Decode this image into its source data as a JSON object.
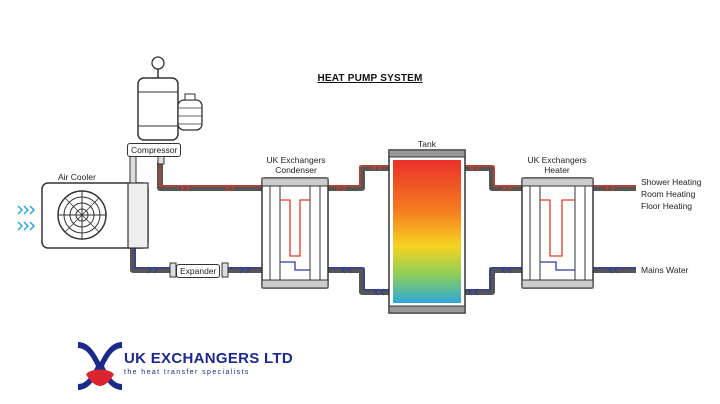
{
  "diagram": {
    "title": "HEAT PUMP SYSTEM",
    "components": {
      "air_cooler": "Air Cooler",
      "compressor": "Compressor",
      "expander": "Expander",
      "condenser": [
        "UK Exchangers",
        "Condenser"
      ],
      "tank": "Tank",
      "heater": [
        "UK Exchangers",
        "Heater"
      ]
    },
    "outputs": [
      "Shower Heating",
      "Room Heating",
      "Floor Heating"
    ],
    "input": "Mains Water",
    "colors": {
      "hot": "#d93a2b",
      "cold": "#2e3c9e",
      "outline": "#333333"
    }
  },
  "logo": {
    "name": "UK EXCHANGERS LTD",
    "tagline": "the heat transfer specialists",
    "colors": {
      "blue": "#1b2a8a",
      "red": "#d9232d"
    }
  }
}
